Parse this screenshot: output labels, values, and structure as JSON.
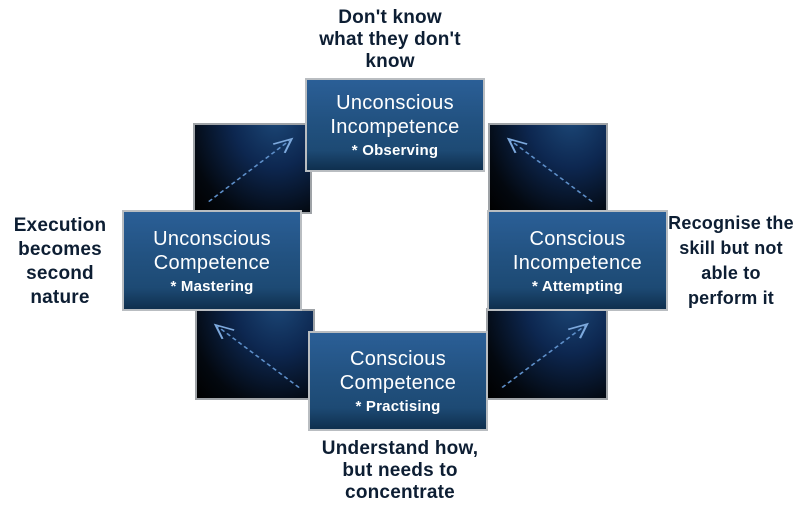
{
  "stages": {
    "top": {
      "title": [
        "Unconscious",
        "Incompetence"
      ],
      "activity": "* Observing",
      "caption": [
        "Don't know",
        "what they don't",
        "know"
      ]
    },
    "right": {
      "title": [
        "Conscious",
        "Incompetence"
      ],
      "activity": "* Attempting",
      "caption": [
        "Recognise the",
        "skill but not",
        "able to",
        "perform it"
      ]
    },
    "bottom": {
      "title": [
        "Conscious",
        "Competence"
      ],
      "activity": "* Practising",
      "caption": [
        "Understand how,",
        "but needs to",
        "concentrate"
      ]
    },
    "left": {
      "title": [
        "Unconscious",
        "Competence"
      ],
      "activity": "* Mastering",
      "caption": [
        "Execution",
        "becomes",
        "second",
        "nature"
      ]
    }
  },
  "arrows": [
    {
      "position": "top-left",
      "direction": "up-right"
    },
    {
      "position": "top-right",
      "direction": "up-left"
    },
    {
      "position": "bottom-left",
      "direction": "up-left"
    },
    {
      "position": "bottom-right",
      "direction": "up-right"
    }
  ],
  "colors": {
    "background": "#ffffff",
    "stage_box_blue": "#1f4e7c",
    "stage_box_border": "#b9bdc1",
    "stage_text": "#ffffff",
    "caption_text": "#0d1e33",
    "corner_box_top": "#163b67",
    "corner_box_bottom": "#000000",
    "arrow": "#5e8fc9"
  }
}
